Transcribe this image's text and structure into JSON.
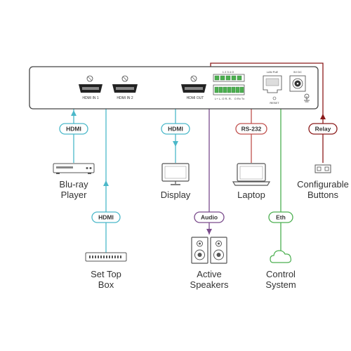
{
  "colors": {
    "hdmi": "#4bb8c9",
    "audio": "#7a4b8c",
    "rs232": "#c0504d",
    "relay": "#8b1a1a",
    "eth": "#4caf50",
    "device": "#555555",
    "unit_stroke": "#444444"
  },
  "unit": {
    "hdmi_in1": "HDMI IN 1",
    "hdmi_in2": "HDMI IN 2",
    "hdmi_out": "HDMI OUT",
    "lan": "LAN PoE",
    "dc": "5V DC",
    "reset": "RESET",
    "audio_terms": "L+ L- O R- R-",
    "rs232_terms": "O Rx Tx",
    "gpio_terms": "1 2 3 4 O"
  },
  "connections": {
    "hdmi_bluray": "HDMI",
    "hdmi_settop": "HDMI",
    "hdmi_display": "HDMI",
    "audio": "Audio",
    "rs232": "RS-232",
    "relay": "Relay",
    "eth": "Eth"
  },
  "devices": {
    "bluray": [
      "Blu-ray",
      "Player"
    ],
    "settop": [
      "Set Top",
      "Box"
    ],
    "display": [
      "Display"
    ],
    "speakers": [
      "Active",
      "Speakers"
    ],
    "laptop": [
      "Laptop"
    ],
    "control": [
      "Control",
      "System"
    ],
    "buttons": [
      "Configurable",
      "Buttons"
    ]
  },
  "icons": {
    "bluray": "blu-ray-player-icon",
    "settop": "set-top-box-icon",
    "display": "display-monitor-icon",
    "speakers": "speakers-icon",
    "laptop": "laptop-icon",
    "control": "cloud-icon",
    "buttons": "buttons-icon",
    "power": "ground-icon"
  }
}
